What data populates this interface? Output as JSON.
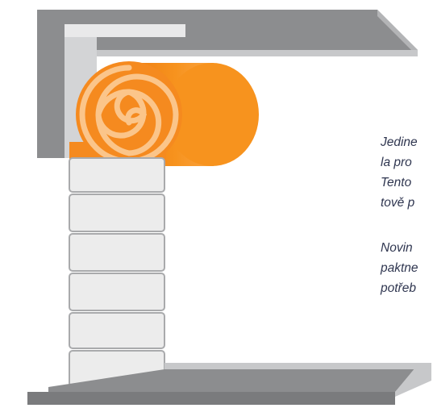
{
  "text": {
    "paragraph_1": [
      "Jedine",
      "la pro",
      "Tento",
      "tově p"
    ],
    "paragraph_2": [
      "Novin",
      "paktne",
      "potřeb"
    ]
  },
  "colors": {
    "frame_face": "#8c8d8f",
    "frame_side": "#c7c8ca",
    "frame_inner": "#e9e9ea",
    "roll_orange": "#f58a1f",
    "roll_spiral": "#fbc58a",
    "slat_fill": "#ececec",
    "slat_edge": "#a9aaac"
  }
}
